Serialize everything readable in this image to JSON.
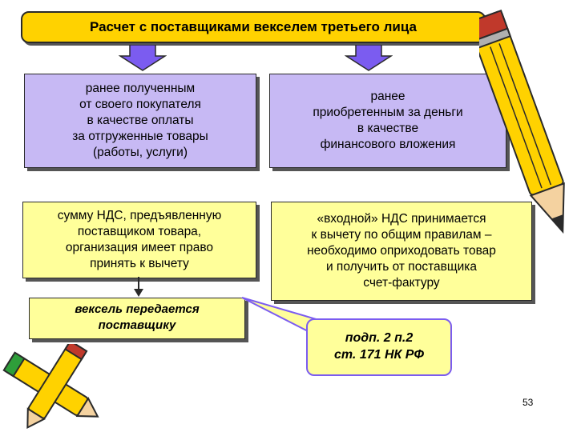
{
  "slide": {
    "title": "Расчет с поставщиками векселем третьего лица",
    "left_top": "ранее полученным\nот своего покупателя\nв качестве оплаты\nза отгруженные товары\n(работы, услуги)",
    "right_top": "ранее\nприобретенным за деньги\nв качестве\nфинансового вложения",
    "left_mid": "сумму НДС, предъявленную\nпоставщиком товара,\nорганизация имеет право\nпринять к вычету",
    "right_mid": "«входной» НДС принимается\nк вычету по общим правилам –\nнеобходимо оприходовать товар\nи получить от поставщика\nсчет-фактуру",
    "left_bottom": "вексель передается\nпоставщику",
    "callout": "подп. 2 п.2\nст. 171 НК РФ",
    "page_number": "53"
  },
  "colors": {
    "title_bg": "#ffd200",
    "purple_box": "#c7b9f4",
    "yellow_box": "#ffff9a",
    "arrow": "#7b5cf0"
  },
  "icons": {
    "pencil_right": "pencil-icon",
    "pencils_left": "crossed-pencils-icon"
  }
}
